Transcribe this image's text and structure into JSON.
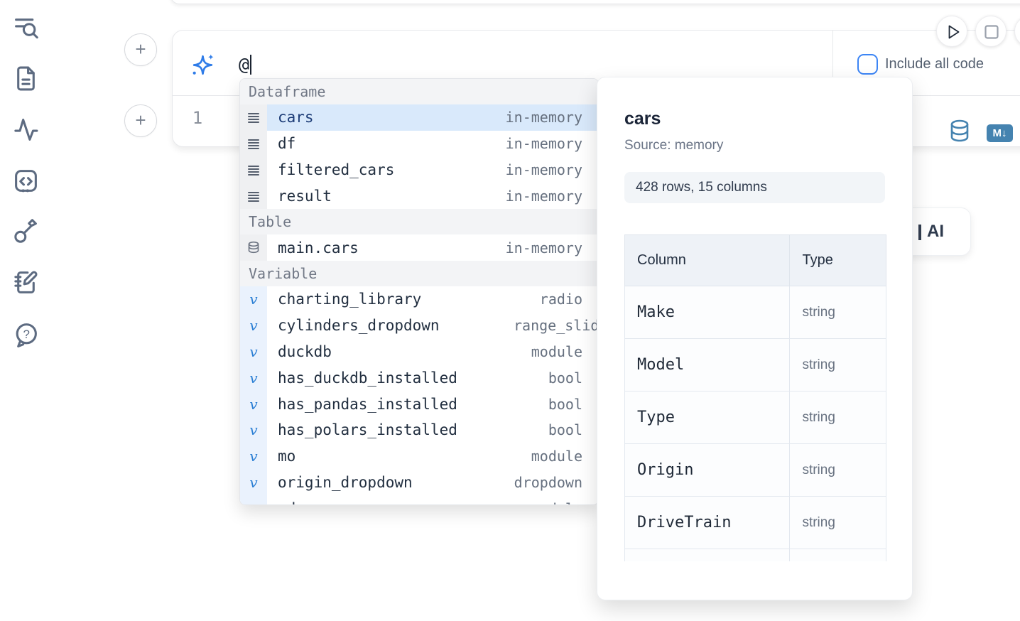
{
  "sidebar": {
    "icons": [
      {
        "name": "toc-search-icon"
      },
      {
        "name": "file-icon"
      },
      {
        "name": "activity-icon"
      },
      {
        "name": "snippets-icon"
      },
      {
        "name": "key-icon"
      },
      {
        "name": "scratchpad-icon"
      },
      {
        "name": "help-icon"
      }
    ]
  },
  "composer": {
    "prompt_value": "@",
    "include_all_code_label": "Include all code",
    "include_all_code_checked": false
  },
  "cell": {
    "line_number": "1",
    "markdown_badge": "M↓",
    "database_icon": "database-icon"
  },
  "controls": {
    "run_icon": "play-icon",
    "stop_icon": "stop-icon"
  },
  "autocomplete": {
    "sections": [
      {
        "label": "Dataframe",
        "icon": "rows",
        "items": [
          {
            "name": "cars",
            "type": "in-memory",
            "selected": true
          },
          {
            "name": "df",
            "type": "in-memory"
          },
          {
            "name": "filtered_cars",
            "type": "in-memory"
          },
          {
            "name": "result",
            "type": "in-memory"
          }
        ]
      },
      {
        "label": "Table",
        "icon": "database",
        "items": [
          {
            "name": "main.cars",
            "type": "in-memory"
          }
        ]
      },
      {
        "label": "Variable",
        "icon": "variable",
        "items": [
          {
            "name": "charting_library",
            "type": "radio"
          },
          {
            "name": "cylinders_dropdown",
            "type": "range_slider",
            "clip": true
          },
          {
            "name": "duckdb",
            "type": "module"
          },
          {
            "name": "has_duckdb_installed",
            "type": "bool"
          },
          {
            "name": "has_pandas_installed",
            "type": "bool"
          },
          {
            "name": "has_polars_installed",
            "type": "bool"
          },
          {
            "name": "mo",
            "type": "module"
          },
          {
            "name": "origin_dropdown",
            "type": "dropdown"
          },
          {
            "name": "pd",
            "type": "module"
          }
        ]
      }
    ]
  },
  "preview": {
    "title": "cars",
    "source": "Source: memory",
    "dimensions": "428 rows, 15 columns",
    "table": {
      "headers": [
        "Column",
        "Type"
      ],
      "rows": [
        [
          "Make",
          "string"
        ],
        [
          "Model",
          "string"
        ],
        [
          "Type",
          "string"
        ],
        [
          "Origin",
          "string"
        ],
        [
          "DriveTrain",
          "string"
        ]
      ]
    }
  },
  "ai_button": {
    "label": "AI"
  }
}
